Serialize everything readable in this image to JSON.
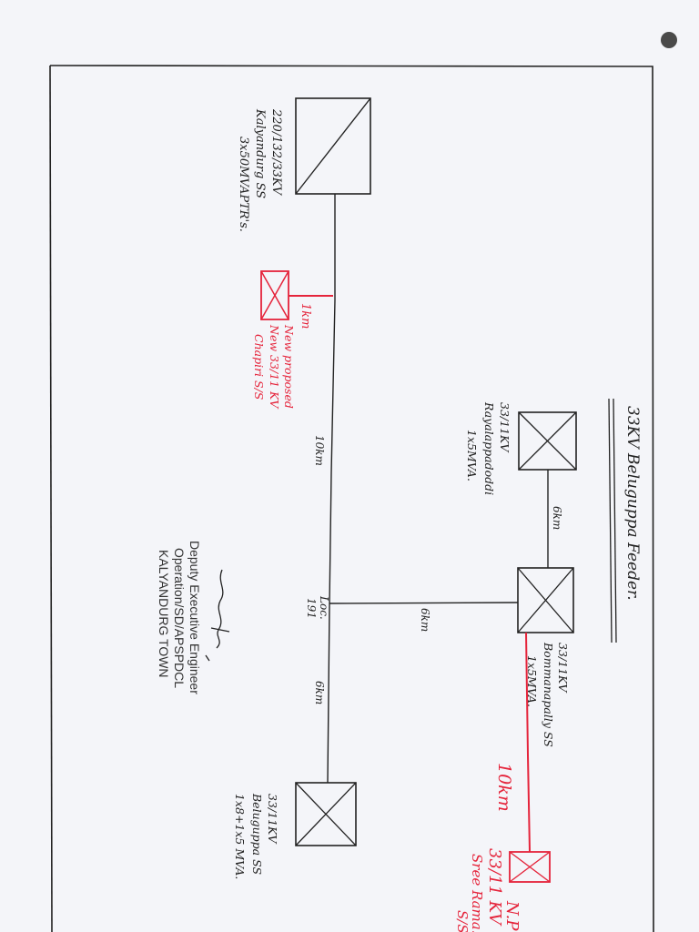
{
  "title": "33KV Beluguppa Feeder.",
  "source_substation": {
    "label_lines": [
      "220/132/33KV",
      "Kalyandurg SS",
      "3x50MVAPTR's."
    ]
  },
  "proposed_substation": {
    "distance": "1km",
    "label_lines": [
      "New proposed",
      "New 33/11 KV",
      "Chapiri S/S"
    ]
  },
  "tap_point": {
    "label_lines": [
      "Loc.",
      "191"
    ]
  },
  "trunk_segments": {
    "upper": "10km",
    "lower": "6km"
  },
  "branch_segment": "6km",
  "bommanapalli": {
    "label_lines": [
      "33/11KV",
      "Bommanapally SS",
      "1x5MVA."
    ]
  },
  "rayalappadoddi": {
    "label_lines": [
      "33/11KV",
      "Rayalappadoddi",
      "1x5MVA."
    ]
  },
  "rayalappadoddi_segment": "6km",
  "beluguppa": {
    "label_lines": [
      "33/11KV",
      "Beluguppa SS",
      "1x8+1x5 MVA."
    ]
  },
  "new_line": {
    "distance": "10km",
    "label_lines": [
      "N.P",
      "33/11 KV",
      "Sree Rama...",
      "S/S"
    ]
  },
  "signature": {
    "stamp_lines": [
      "Deputy Executive Engineer",
      "Operation/SD/APSPDCL",
      "KALYANDURG TOWN"
    ]
  },
  "colors": {
    "ink": "#222222",
    "red": "#e5243b",
    "paper": "#f4f5f9"
  }
}
